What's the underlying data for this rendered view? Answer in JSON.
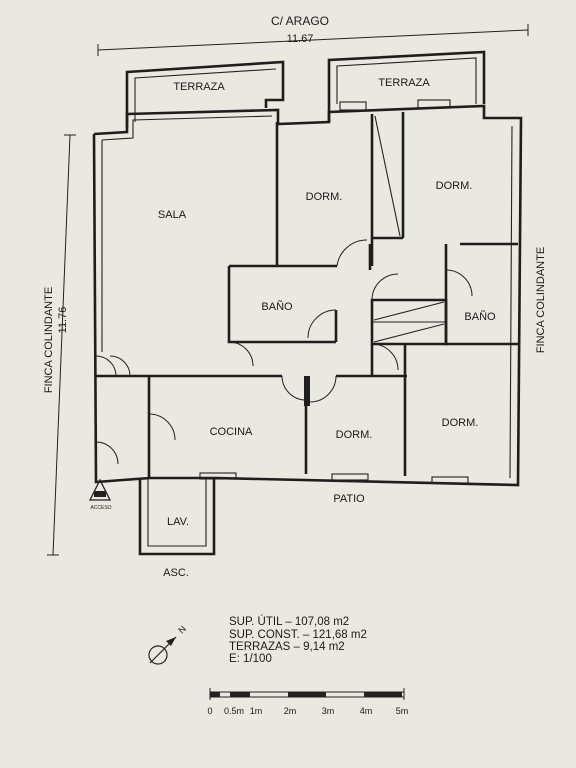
{
  "street": "C/ ARAGO",
  "dim_width": "11.67",
  "dim_height": "11.76",
  "finca_left": "FINCA COLINDANTE",
  "finca_right": "FINCA COLINDANTE",
  "rooms": {
    "terraza_left": "TERRAZA",
    "terraza_right": "TERRAZA",
    "sala": "SALA",
    "dorm_top": "DORM.",
    "dorm_top_right": "DORM.",
    "bano_left": "BAÑO",
    "bano_right": "BAÑO",
    "cocina": "COCINA",
    "dorm_small": "DORM.",
    "dorm_bottom_right": "DORM.",
    "patio": "PATIO",
    "lav": "LAV.",
    "asc": "ASC."
  },
  "access_label": "ACCESO",
  "north_label": "N",
  "stats": {
    "sup_util": "SUP. ÚTIL  –  107,08  m2",
    "sup_const": "SUP. CONST.  –  121,68  m2",
    "terrazas": "TERRAZAS  –   9,14  m2",
    "escala": "E: 1/100"
  },
  "scale_ticks": [
    "0",
    "0.5m",
    "1m",
    "2m",
    "3m",
    "4m",
    "5m"
  ]
}
